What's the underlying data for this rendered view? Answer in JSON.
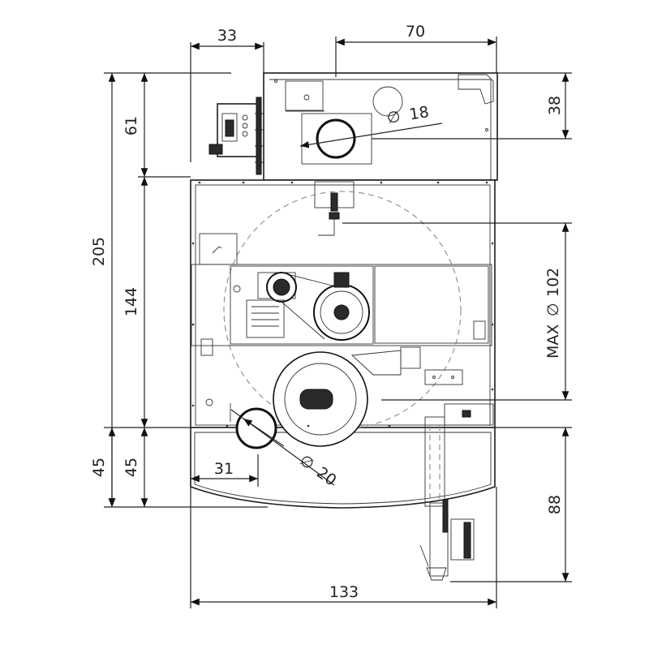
{
  "dimensions": {
    "top_left_width": "33",
    "top_right_width": "70",
    "top_right_height": "38",
    "left_upper_height": "61",
    "overall_height": "205",
    "body_height": "144",
    "lower_left_outer": "45",
    "lower_left_inner": "45",
    "bottom_left_width": "31",
    "right_lower_height": "88",
    "overall_width": "133",
    "diameter_small": "18",
    "diameter_outlet": "20",
    "max_diameter": "MAX",
    "max_diameter_value": "102",
    "diameter_symbol": "∅"
  },
  "colors": {
    "line": "#222222",
    "dashed_circle": "#8a8a8a",
    "background": "#ffffff"
  }
}
